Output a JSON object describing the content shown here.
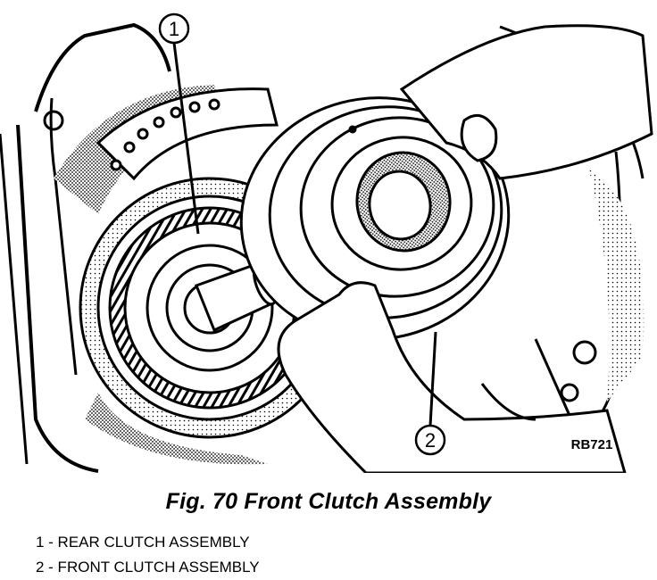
{
  "callouts": [
    {
      "number": "1",
      "label": "REAR CLUTCH ASSEMBLY"
    },
    {
      "number": "2",
      "label": "FRONT CLUTCH ASSEMBLY"
    }
  ],
  "figure_ref": "RB721",
  "caption": "Fig. 70 Front Clutch Assembly",
  "legend": [
    "1 - REAR CLUTCH ASSEMBLY",
    "2 - FRONT CLUTCH ASSEMBLY"
  ]
}
